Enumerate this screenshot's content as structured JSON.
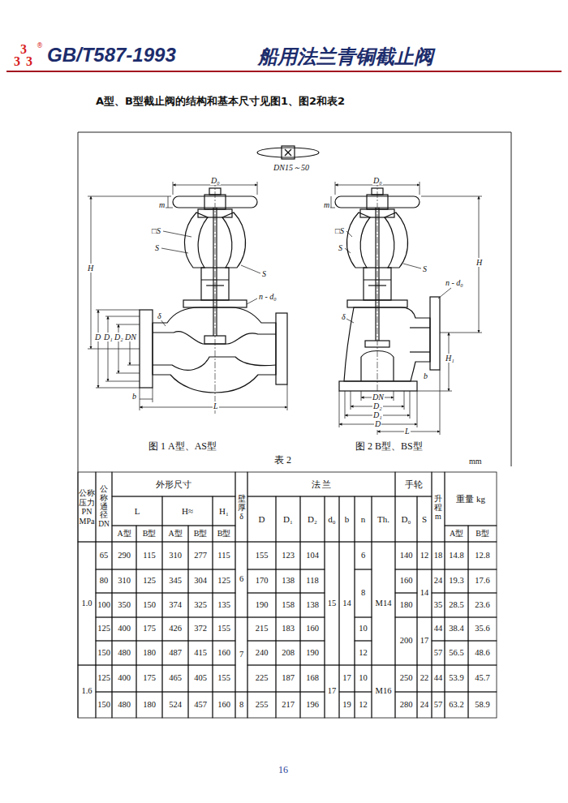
{
  "diagram": {
    "labels": [
      "3",
      "3",
      "3",
      "®",
      "GB/T587-1993",
      "船用法兰青铜截止阀",
      "A型、B型截止阀的结构和基本尺寸见图1、图2和表2",
      "DN15～50",
      "D₀",
      "m",
      "□S",
      "S",
      "S",
      "H",
      "n - d₀",
      "δ",
      "D",
      "D₁",
      "D₂",
      "DN",
      "b",
      "L",
      "D₀",
      "m",
      "□S",
      "S",
      "S",
      "H",
      "n - d₀",
      "δ",
      "H₁",
      "b",
      "DN",
      "D₂",
      "D₁",
      "D",
      "L",
      "图 1 A型、AS型",
      "图 2 B型、BS型",
      "表 2",
      "mm",
      "公称 压力 PN MPa",
      "公称 通径 DN",
      "外形尺寸",
      "L",
      "H≈",
      "H₁",
      "A型",
      "B型",
      "A型",
      "B型",
      "B型",
      "壁厚 δ",
      "法 兰",
      "D",
      "D₁",
      "D₂",
      "d₀",
      "b",
      "n",
      "Th.",
      "手轮",
      "D₀",
      "S",
      "升程 m",
      "重量 kg",
      "A型",
      "B型",
      "1.0",
      "65",
      "290",
      "115",
      "310",
      "277",
      "115",
      "6",
      "155",
      "123",
      "104",
      "15",
      "14",
      "6",
      "M14",
      "140",
      "12",
      "18",
      "14.8",
      "12.8",
      "80",
      "310",
      "125",
      "345",
      "304",
      "125",
      "170",
      "138",
      "118",
      "8",
      "160",
      "14",
      "24",
      "19.3",
      "17.6",
      "100",
      "350",
      "150",
      "374",
      "325",
      "135",
      "190",
      "158",
      "138",
      "180",
      "35",
      "28.5",
      "23.6",
      "125",
      "400",
      "175",
      "426",
      "372",
      "155",
      "7",
      "215",
      "183",
      "160",
      "10",
      "200",
      "17",
      "44",
      "38.4",
      "35.6",
      "150",
      "480",
      "180",
      "487",
      "415",
      "160",
      "240",
      "208",
      "190",
      "12",
      "57",
      "56.5",
      "48.6",
      "1.6",
      "125",
      "400",
      "175",
      "465",
      "405",
      "155",
      "225",
      "187",
      "168",
      "17",
      "17",
      "10",
      "M16",
      "250",
      "22",
      "44",
      "53.9",
      "45.7",
      "150",
      "480",
      "180",
      "524",
      "457",
      "160",
      "8",
      "255",
      "217",
      "196",
      "19",
      "12",
      "280",
      "24",
      "57",
      "63.2",
      "58.9",
      "16"
    ]
  }
}
